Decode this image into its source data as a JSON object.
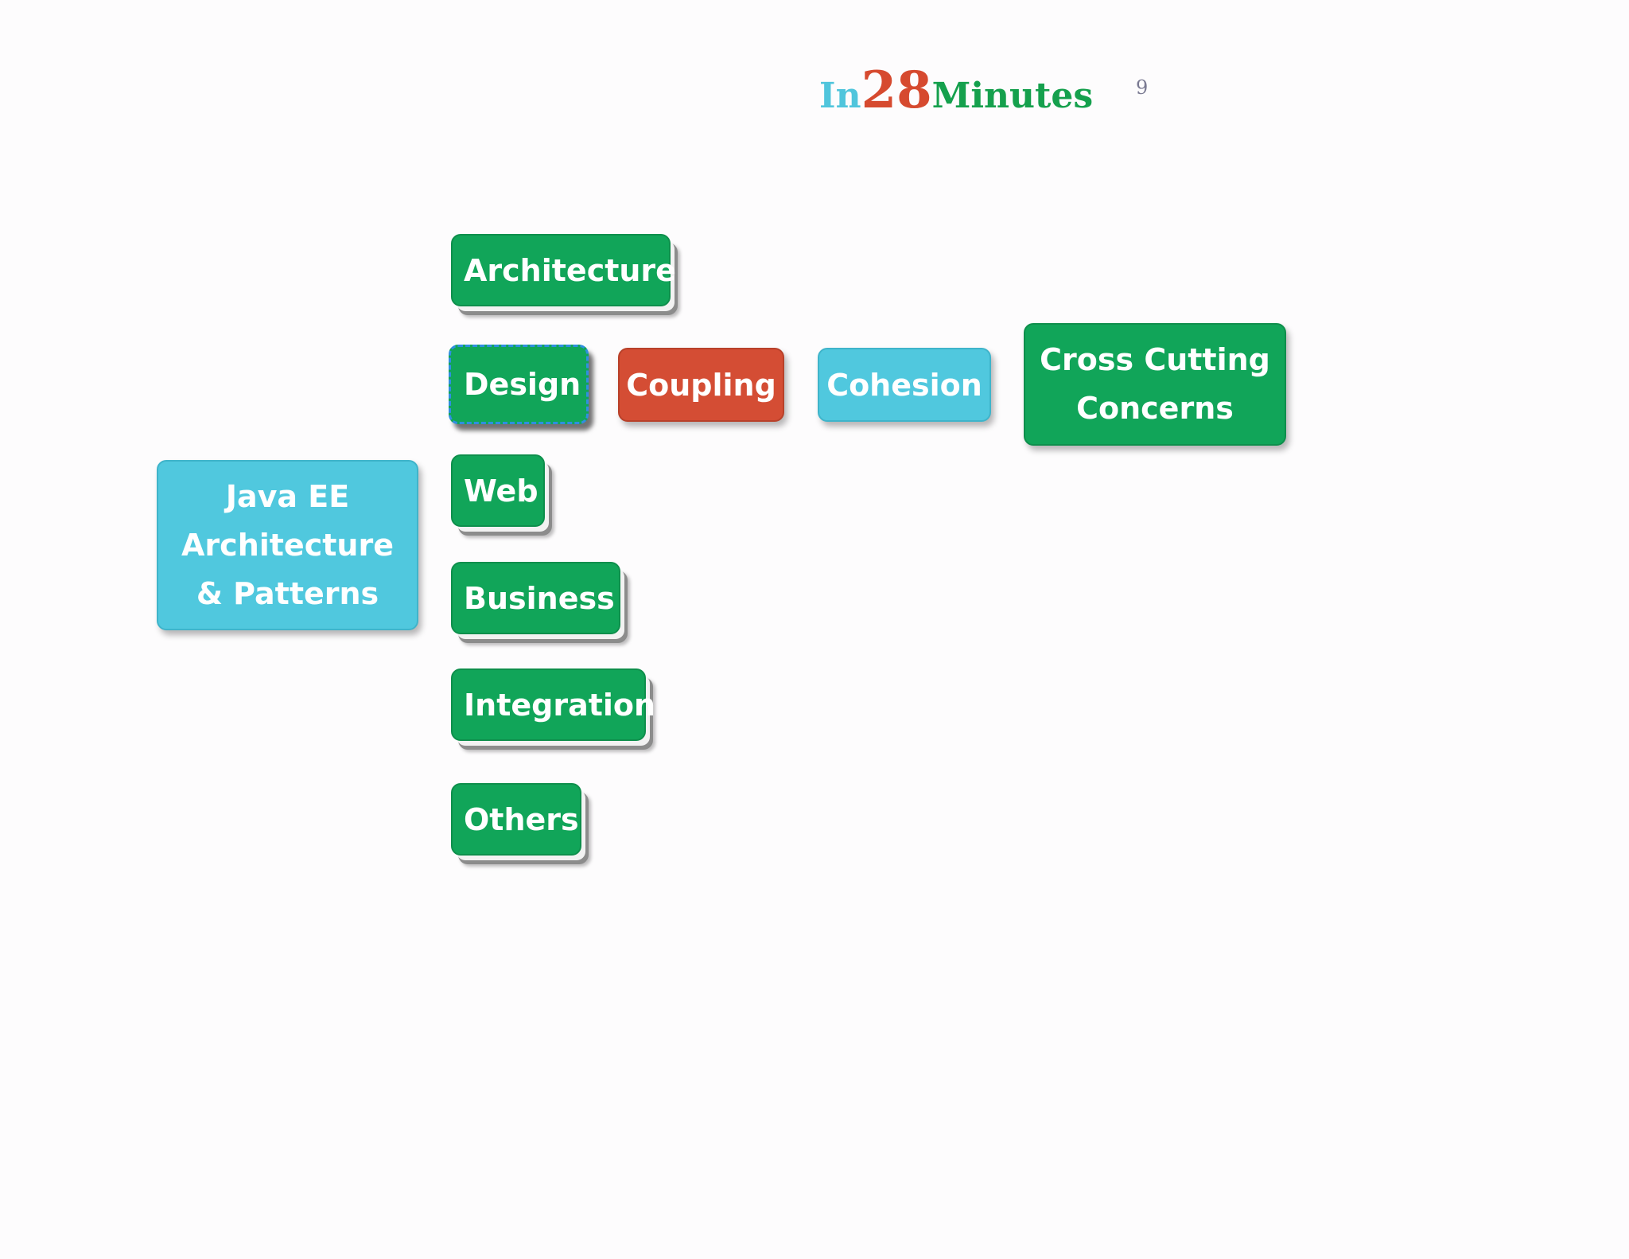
{
  "header": {
    "logo": {
      "part_in": "In",
      "part_number": "28",
      "part_minutes": "Minutes"
    },
    "page_number": "9"
  },
  "diagram": {
    "root": {
      "label": "Java EE Architecture & Patterns",
      "color": "#50c8de"
    },
    "topics": [
      {
        "label": "Architecture",
        "color": "#11a559"
      },
      {
        "label": "Design",
        "color": "#11a559",
        "selected": true
      },
      {
        "label": "Web",
        "color": "#11a559"
      },
      {
        "label": "Business",
        "color": "#11a559"
      },
      {
        "label": "Integration",
        "color": "#11a559"
      },
      {
        "label": "Others",
        "color": "#11a559"
      }
    ],
    "design_subtopics": [
      {
        "label": "Coupling",
        "color": "#d44d34"
      },
      {
        "label": "Cohesion",
        "color": "#50c8de"
      },
      {
        "label": "Cross Cutting Concerns",
        "color": "#11a559"
      }
    ]
  }
}
